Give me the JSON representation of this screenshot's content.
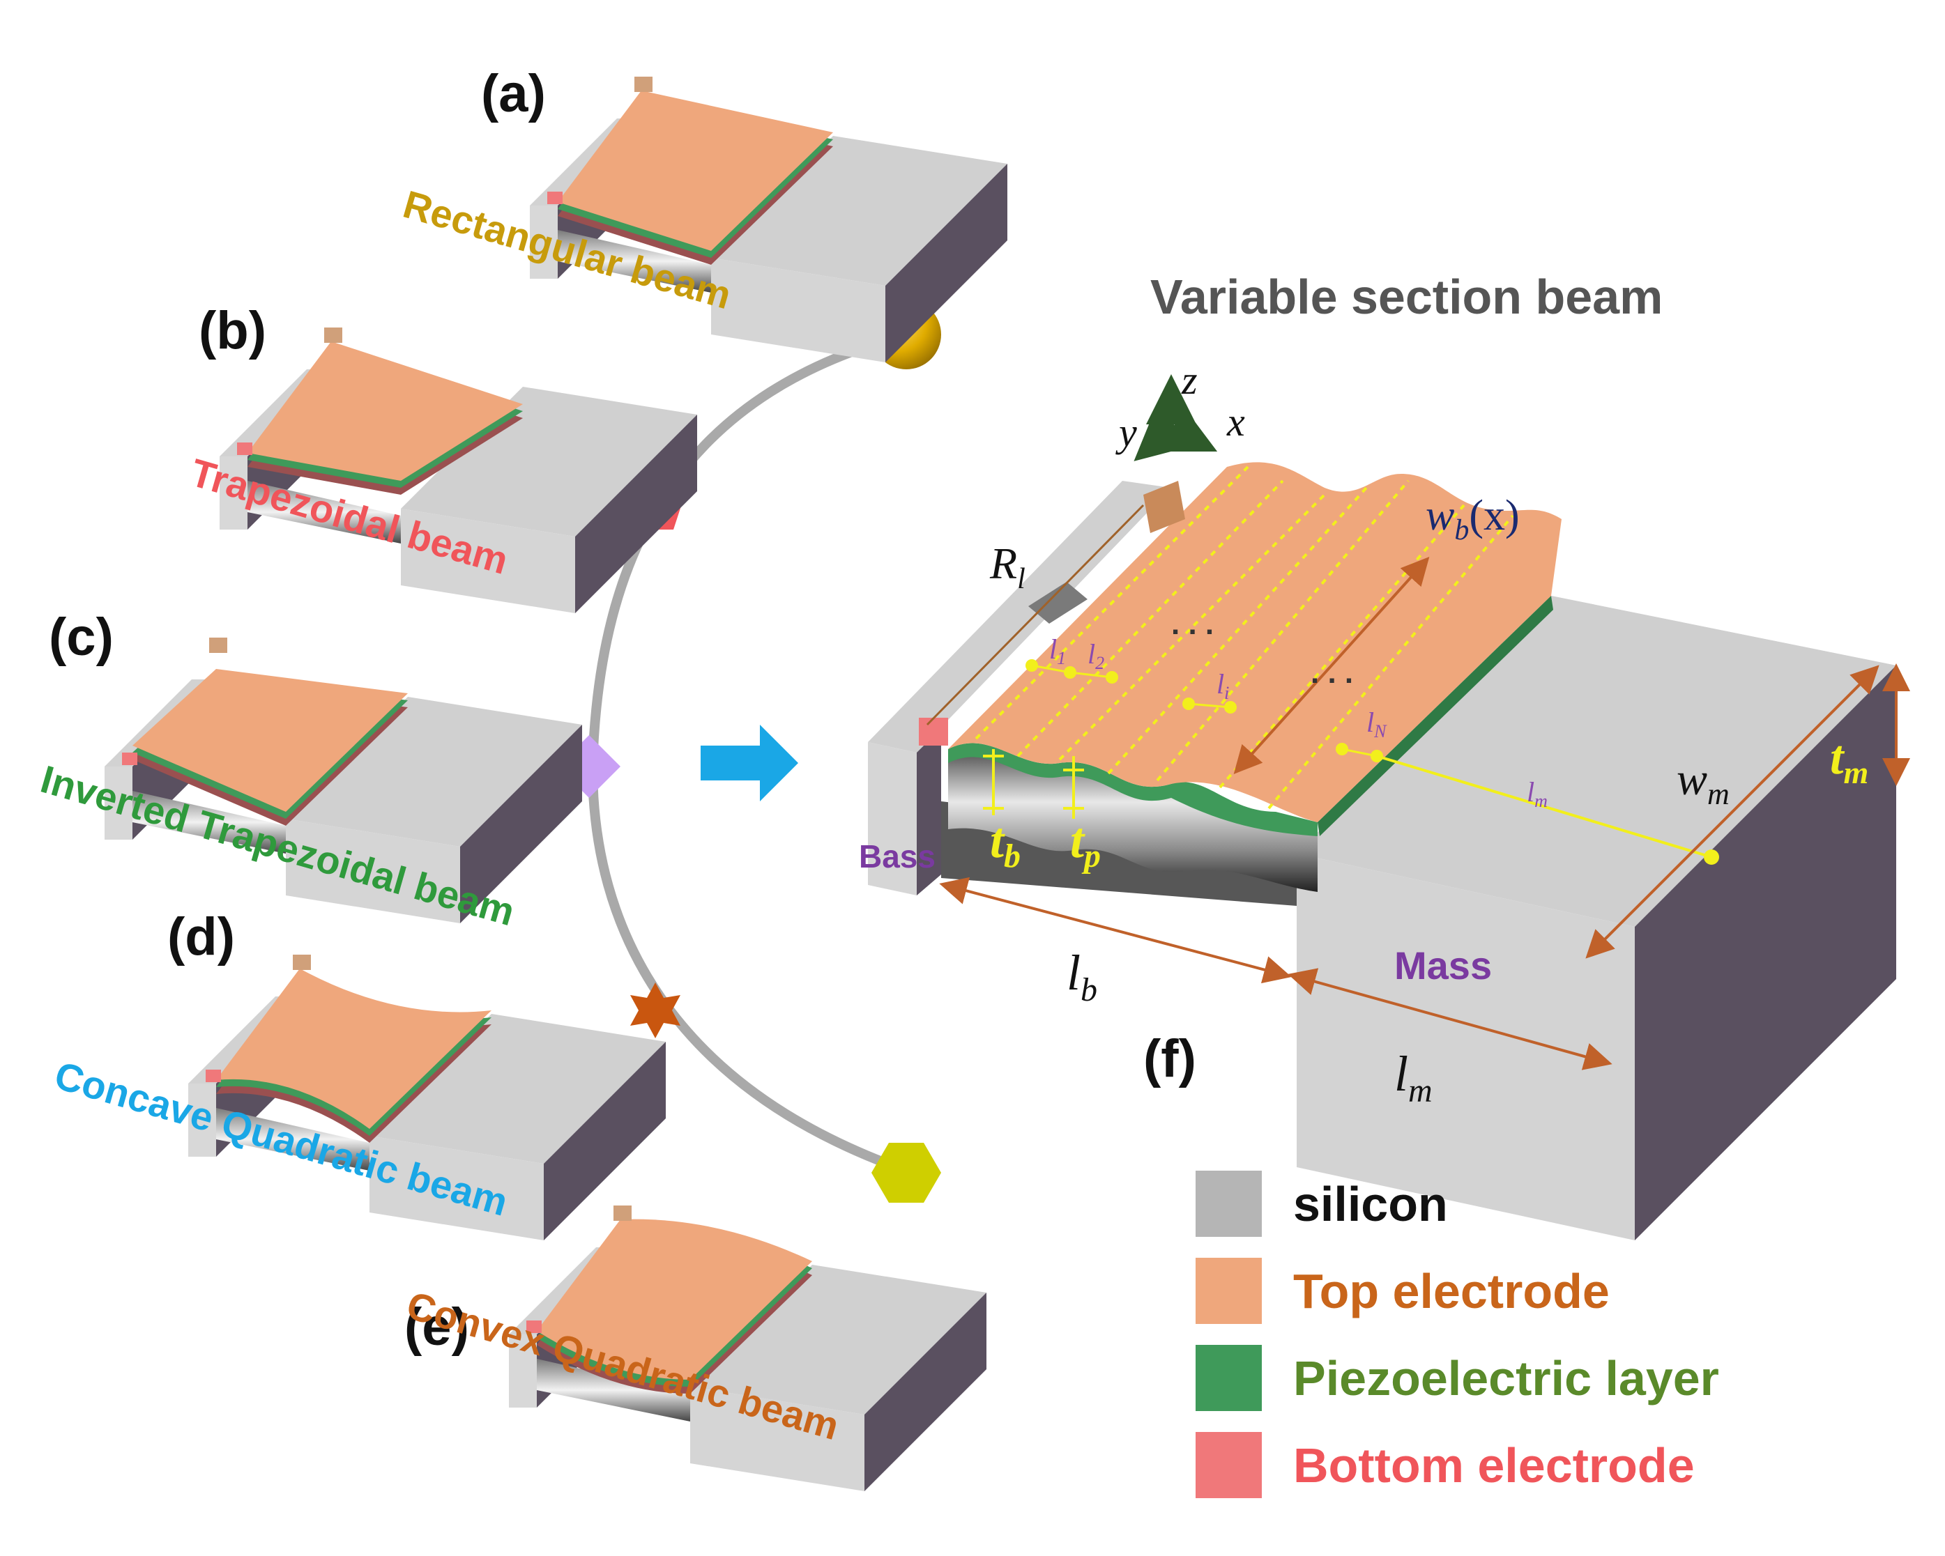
{
  "colors": {
    "silicon": "#c9c9c9",
    "top_electrode": "#efa77c",
    "piezo": "#3f9a5a",
    "bottom_electrode": "#f0787a",
    "dark_side": "#5a5060",
    "path_gray": "#a9a9a9",
    "arrow_blue": "#1aa7e6",
    "dim_orange": "#c0612a",
    "yellow_mark": "#f2ef1c",
    "axis_green": "#2e5a2a"
  },
  "panels": [
    {
      "tag": "(a)",
      "name": "Rectangular beam",
      "color": "#c79b0c",
      "shape": "rectangular"
    },
    {
      "tag": "(b)",
      "name": "Trapezoidal beam",
      "color": "#f0555a",
      "shape": "trapezoidal"
    },
    {
      "tag": "(c)",
      "name": "Inverted Trapezoidal beam",
      "color": "#2f9a3c",
      "shape": "inverted_trapezoidal"
    },
    {
      "tag": "(d)",
      "name": "Concave Quadratic beam",
      "color": "#1aa7e6",
      "shape": "concave"
    },
    {
      "tag": "(e)",
      "name": "Convex Quadratic beam",
      "color": "#c9651a",
      "shape": "convex"
    }
  ],
  "path_markers": [
    {
      "icon": "circle-marker-icon",
      "color": "#e0ac00"
    },
    {
      "icon": "pentagon-marker-icon",
      "color": "#f0555a"
    },
    {
      "icon": "diamond-marker-icon",
      "color": "#c9a0f5"
    },
    {
      "icon": "star-marker-icon",
      "color": "#c9560f"
    },
    {
      "icon": "hexagon-marker-icon",
      "color": "#cfcf00"
    }
  ],
  "main": {
    "title": "Variable section beam",
    "tag": "(f)",
    "axes": {
      "z": "z",
      "y": "y",
      "x": "x"
    },
    "labels": {
      "width_fn": "w",
      "width_fn_sub": "b",
      "width_fn_arg": "(x)",
      "resistor": "R",
      "resistor_sub": "l",
      "l1": "l",
      "l1_sub": "1",
      "l2": "l",
      "l2_sub": "2",
      "li": "l",
      "li_sub": "i",
      "lN": "l",
      "lN_sub": "N",
      "dots": ". . .",
      "lm_inner": "l",
      "lm_inner_sub": "m",
      "wm": "w",
      "wm_sub": "m",
      "tm": "t",
      "tm_sub": "m",
      "tb": "t",
      "tb_sub": "b",
      "tp": "t",
      "tp_sub": "p",
      "lb": "l",
      "lb_sub": "b",
      "lm": "l",
      "lm_sub": "m",
      "base": "Bass",
      "mass": "Mass"
    }
  },
  "legend": [
    {
      "label": "silicon",
      "swatch": "#b5b5b5",
      "text_color": "#111111"
    },
    {
      "label": "Top electrode",
      "swatch": "#efa77c",
      "text_color": "#c9651a"
    },
    {
      "label": "Piezoelectric layer",
      "swatch": "#3f9a5a",
      "text_color": "#5a8a2a"
    },
    {
      "label": "Bottom electrode",
      "swatch": "#f0787a",
      "text_color": "#f0555a"
    }
  ]
}
